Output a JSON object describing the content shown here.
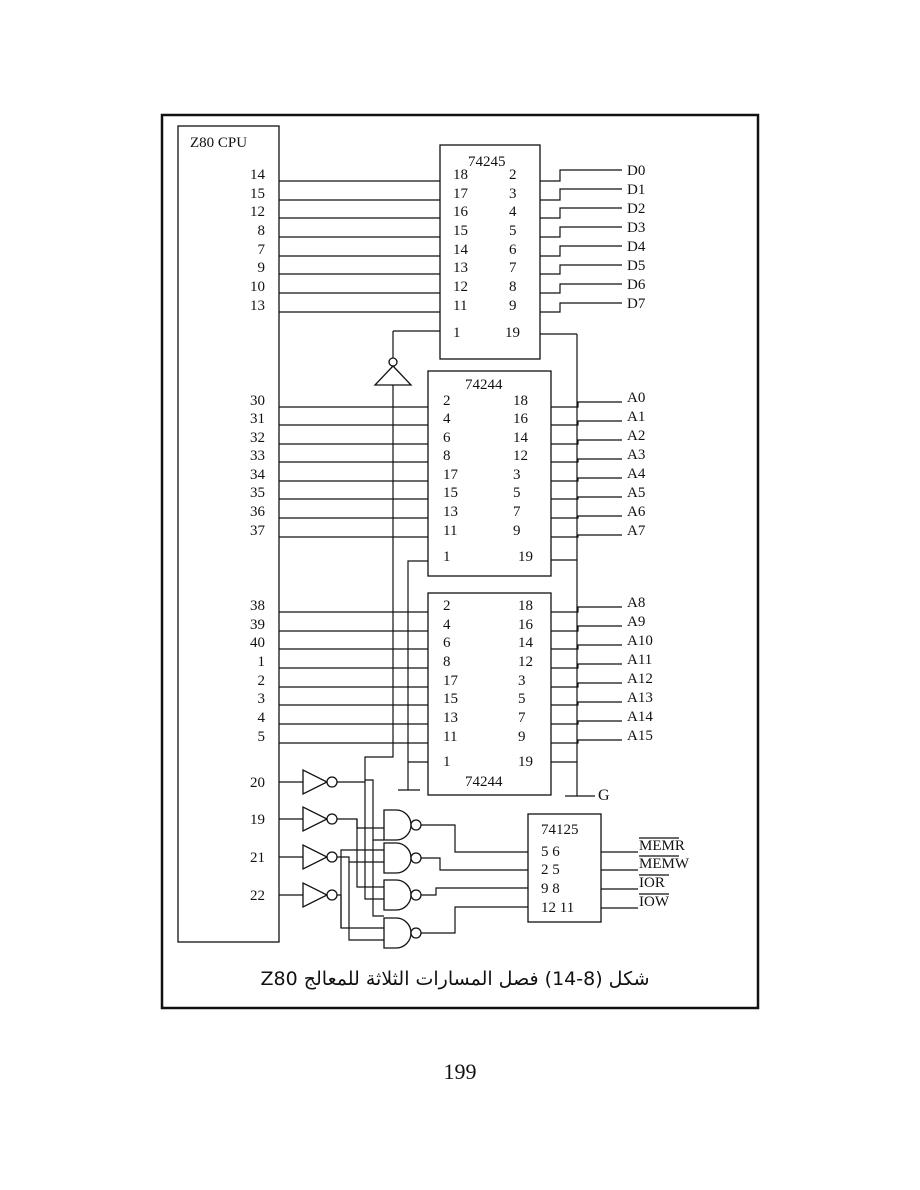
{
  "figure": {
    "caption": "شكل (8-14) فصل المسارات الثلاثة للمعالج Z80",
    "page_number": "199"
  },
  "cpu": {
    "label": "Z80 CPU",
    "data_pins": [
      "14",
      "15",
      "12",
      "8",
      "7",
      "9",
      "10",
      "13"
    ],
    "addr_low_pins": [
      "30",
      "31",
      "32",
      "33",
      "34",
      "35",
      "36",
      "37"
    ],
    "addr_high_pins": [
      "38",
      "39",
      "40",
      "1",
      "2",
      "3",
      "4",
      "5"
    ],
    "control_pins": [
      "20",
      "19",
      "21",
      "22"
    ]
  },
  "chip_74245": {
    "label": "74245",
    "left_pins": [
      "18",
      "17",
      "16",
      "15",
      "14",
      "13",
      "12",
      "11",
      "1"
    ],
    "right_pins": [
      "2",
      "3",
      "4",
      "5",
      "6",
      "7",
      "8",
      "9",
      "19"
    ],
    "outputs": [
      "D0",
      "D1",
      "D2",
      "D3",
      "D4",
      "D5",
      "D6",
      "D7"
    ]
  },
  "chip_74244_a": {
    "label": "74244",
    "left_pins": [
      "2",
      "4",
      "6",
      "8",
      "17",
      "15",
      "13",
      "11",
      "1"
    ],
    "right_pins": [
      "18",
      "16",
      "14",
      "12",
      "3",
      "5",
      "7",
      "9",
      "19"
    ],
    "outputs": [
      "A0",
      "A1",
      "A2",
      "A3",
      "A4",
      "A5",
      "A6",
      "A7"
    ]
  },
  "chip_74244_b": {
    "label": "74244",
    "left_pins": [
      "2",
      "4",
      "6",
      "8",
      "17",
      "15",
      "13",
      "11",
      "1"
    ],
    "right_pins": [
      "18",
      "16",
      "14",
      "12",
      "3",
      "5",
      "7",
      "9",
      "19"
    ],
    "outputs": [
      "A8",
      "A9",
      "A10",
      "A11",
      "A12",
      "A13",
      "A14",
      "A15"
    ]
  },
  "ground_label": "G",
  "chip_74125": {
    "label": "74125",
    "pin_rows": [
      "5   6",
      "2   5",
      "9   8",
      "12  11"
    ],
    "outputs": [
      "MEMR",
      "MEMW",
      "IOR",
      "IOW"
    ]
  }
}
